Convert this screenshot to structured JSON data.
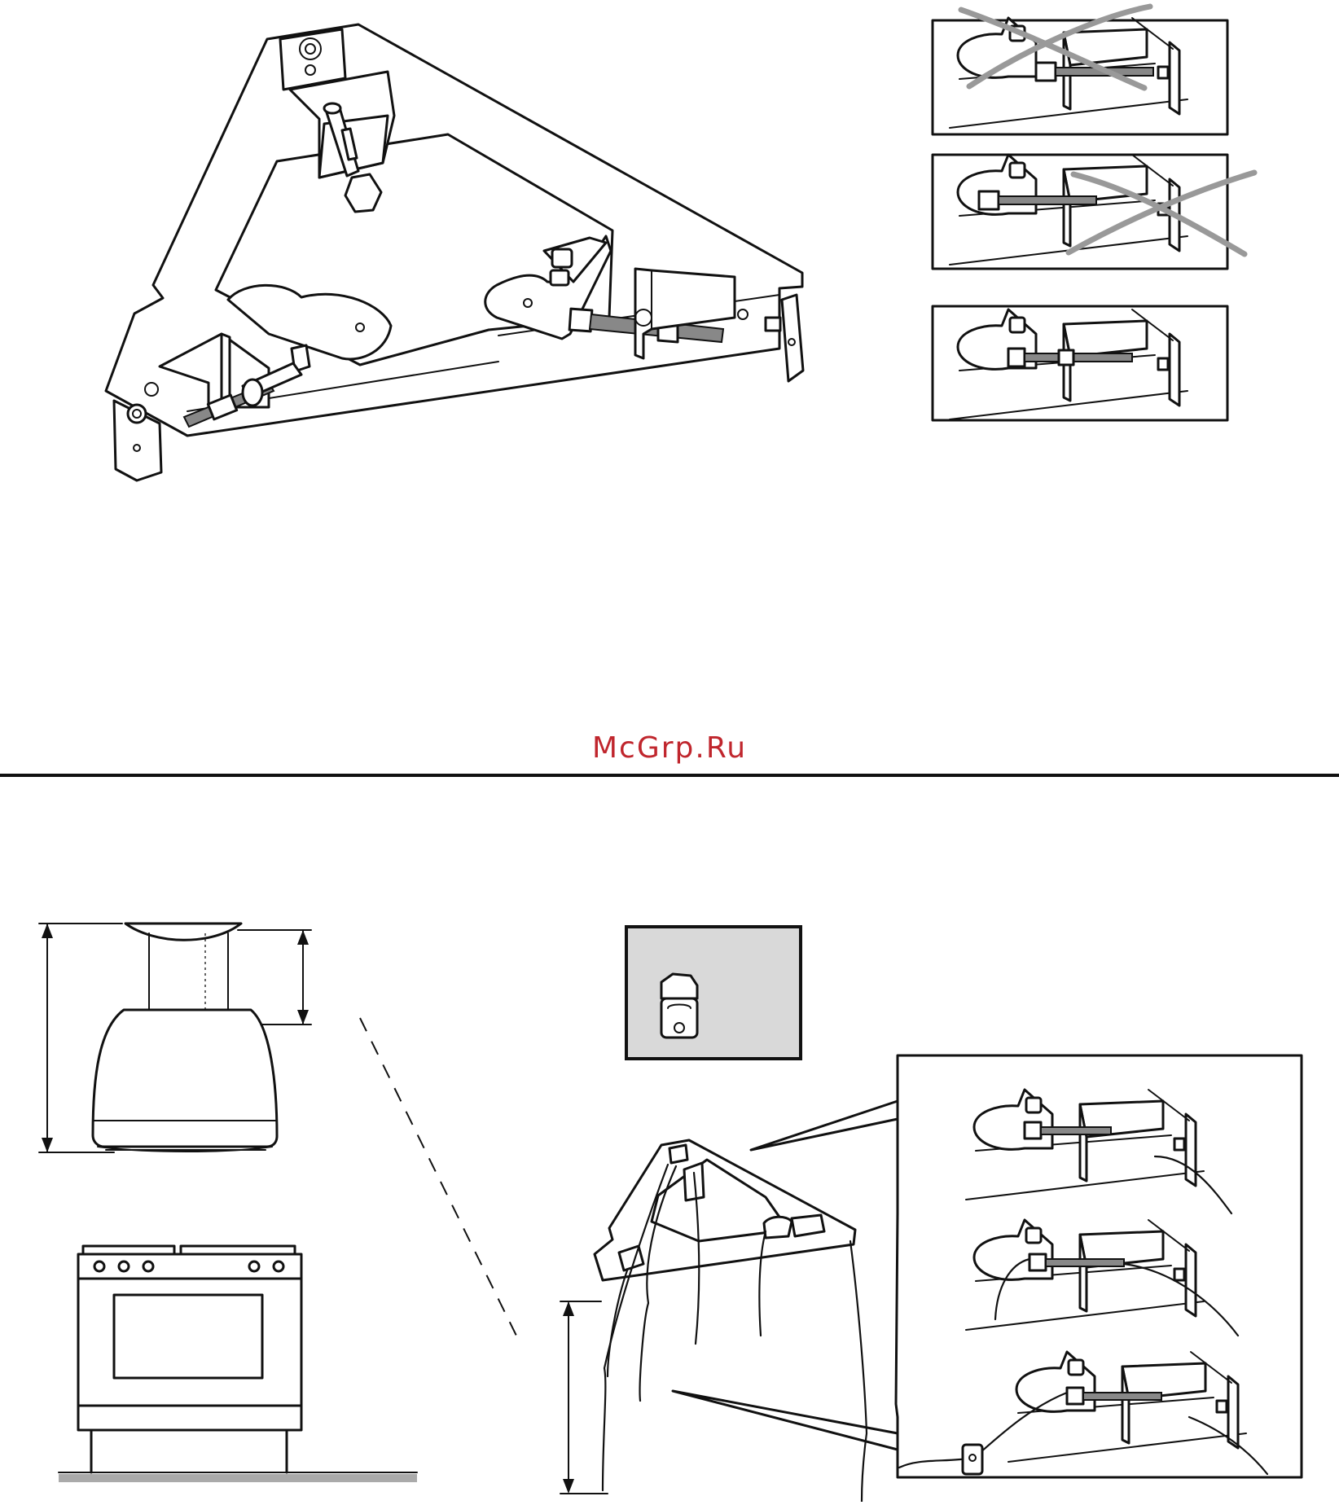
{
  "watermark": {
    "text": "McGrp.Ru",
    "color": "#c0262d"
  },
  "colors": {
    "line": "#111111",
    "cross": "#999999",
    "shaded_panel": "#d9d9d9",
    "floor": "#aaaaaa"
  },
  "panels": {
    "option_1": {
      "status": "incorrect",
      "mark": "cross"
    },
    "option_2": {
      "status": "incorrect",
      "mark": "cross"
    },
    "option_3": {
      "status": "correct"
    }
  },
  "icons": {
    "main_bracket": "mounting-bracket-icon",
    "hood": "cooker-hood-icon",
    "cooker": "cooker-range-icon",
    "clamp": "wire-clamp-icon"
  }
}
